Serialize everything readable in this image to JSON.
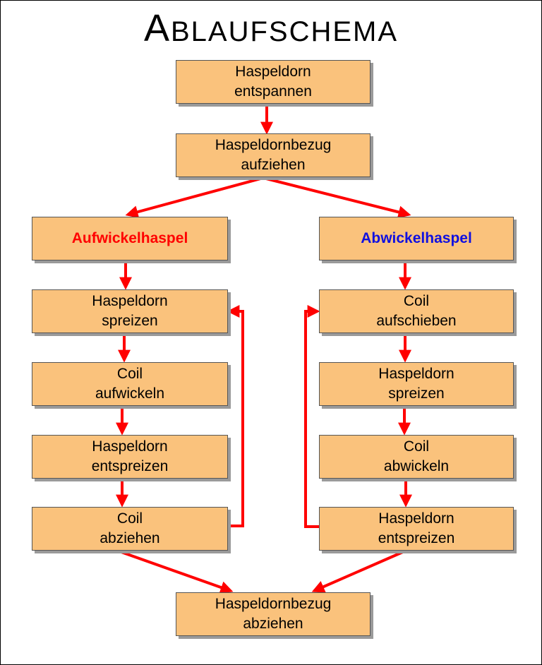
{
  "title": {
    "first_letter": "A",
    "rest": "BLAUFSCHEMA"
  },
  "colors": {
    "box_fill": "#fac27c",
    "arrow": "#ff0000",
    "aufwickel_heading": "#ff0000",
    "abwickel_heading": "#1010e0"
  },
  "nodes": {
    "top1": [
      "Haspeldorn",
      "entspannen"
    ],
    "top2": [
      "Haspeldornbezug",
      "aufziehen"
    ],
    "left_head": "Aufwickelhaspel",
    "right_head": "Abwickelhaspel",
    "left1": [
      "Haspeldorn",
      "spreizen"
    ],
    "left2": [
      "Coil",
      "aufwickeln"
    ],
    "left3": [
      "Haspeldorn",
      "entspreizen"
    ],
    "left4": [
      "Coil",
      "abziehen"
    ],
    "right1": [
      "Coil",
      "aufschieben"
    ],
    "right2": [
      "Haspeldorn",
      "spreizen"
    ],
    "right3": [
      "Coil",
      "abwickeln"
    ],
    "right4": [
      "Haspeldorn",
      "entspreizen"
    ],
    "bottom": [
      "Haspeldornbezug",
      "abziehen"
    ]
  }
}
